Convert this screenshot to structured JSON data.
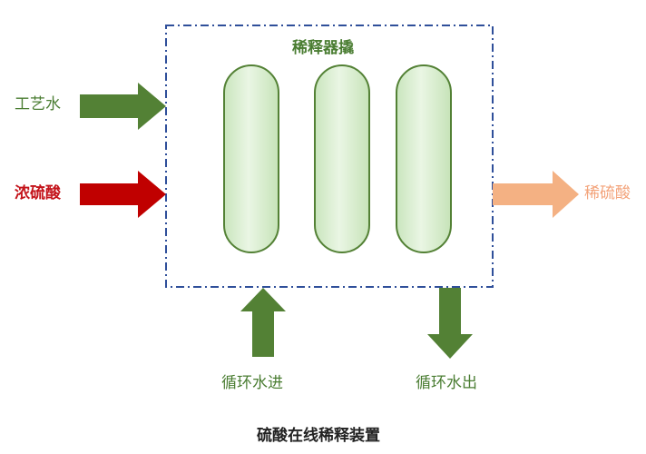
{
  "title": "稀释器撬",
  "inputs": {
    "process_water": "工艺水",
    "conc_acid": "浓硫酸"
  },
  "output": {
    "dilute_acid": "稀硫酸"
  },
  "cooling": {
    "in": "循环水进",
    "out": "循环水出"
  },
  "caption": "硫酸在线稀释装置",
  "colors": {
    "green_arrow": "#538135",
    "red_arrow": "#c00000",
    "orange_arrow": "#f4b183",
    "frame": "#2f4f9a",
    "vessel_fill": "#dcefd3",
    "vessel_stroke": "#538135"
  }
}
